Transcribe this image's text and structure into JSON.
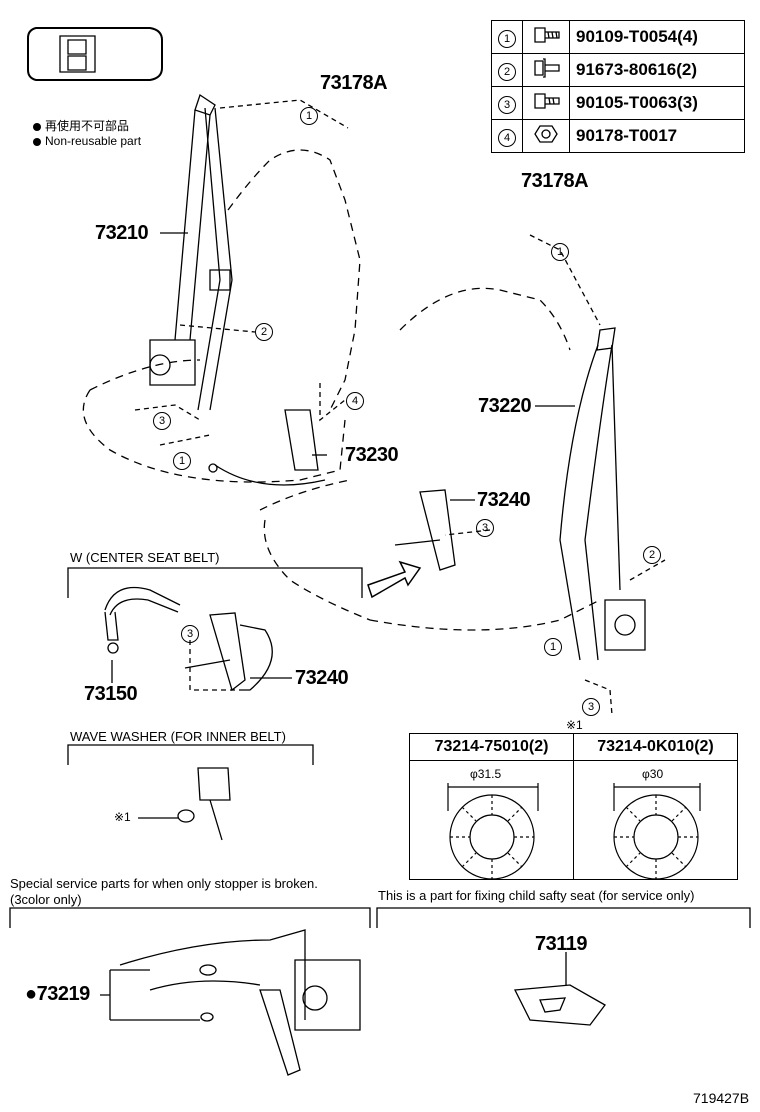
{
  "legend": {
    "jp": "再使用不可部品",
    "en": "Non-reusable part"
  },
  "parts_table": [
    {
      "num": "1",
      "icon": "bolt-icon",
      "part": "90109-T0054(4)"
    },
    {
      "num": "2",
      "icon": "bolt-washer-icon",
      "part": "91673-80616(2)"
    },
    {
      "num": "3",
      "icon": "bolt-icon",
      "part": "90105-T0063(3)"
    },
    {
      "num": "4",
      "icon": "nut-icon",
      "part": "90178-T0017"
    }
  ],
  "labels": {
    "p73178a_1": "73178A",
    "p73178a_2": "73178A",
    "p73210": "73210",
    "p73220": "73220",
    "p73230": "73230",
    "p73240_1": "73240",
    "p73240_2": "73240",
    "p73150": "73150",
    "p73219": "●73219",
    "p73119": "73119",
    "diagram_id": "719427B"
  },
  "callouts": {
    "c1": "1",
    "c2": "2",
    "c3": "3",
    "c4": "4",
    "ref_mark": "※1"
  },
  "sections": {
    "center_belt": "W (CENTER SEAT BELT)",
    "wave_washer": "WAVE WASHER (FOR INNER BELT)",
    "special_service_1": "Special service parts for when only stopper is broken.",
    "special_service_2": "(3color only)",
    "child_seat": "This is a part for fixing child safty seat (for service only)"
  },
  "washer_table": {
    "col1": "73214-75010(2)",
    "col2": "73214-0K010(2)",
    "dim1": "φ31.5",
    "dim2": "φ30"
  }
}
